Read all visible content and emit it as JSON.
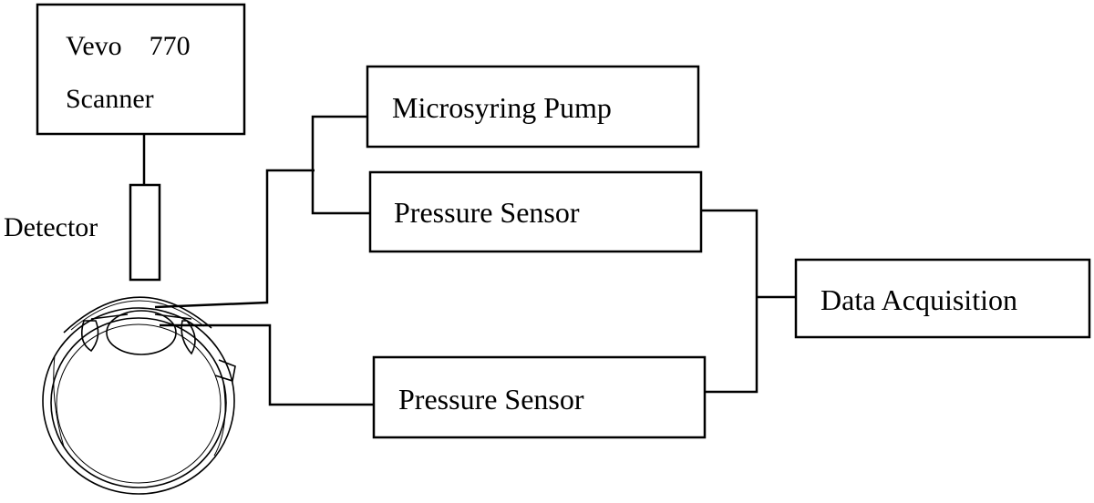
{
  "diagram": {
    "scanner": {
      "line1": "Vevo    770",
      "line2": "Scanner"
    },
    "detector_label": "Detector",
    "pump_label": "Microsyring Pump",
    "sensor_top_label": "Pressure Sensor",
    "sensor_bottom_label": "Pressure Sensor",
    "daq_label": "Data Acquisition"
  }
}
